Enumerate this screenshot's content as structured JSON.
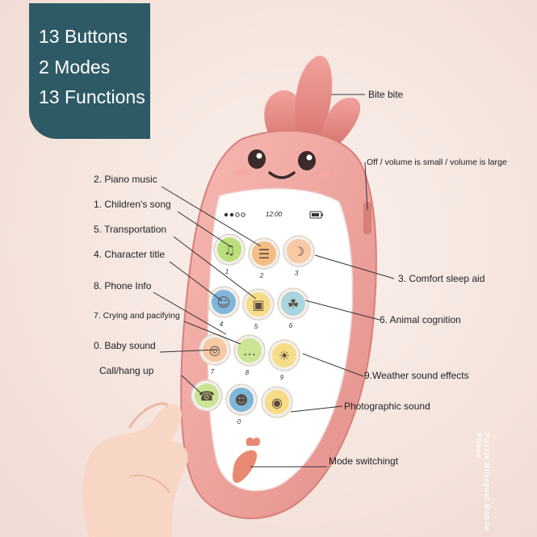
{
  "colors": {
    "background": "#f6e8e2",
    "badge": "#2e5a66",
    "phone_body": "#f1a4a0",
    "phone_dark": "#d9807c",
    "screen": "#ffffff",
    "leader": "#333333"
  },
  "badge": {
    "line1": "13 Buttons",
    "line2": "2 Modes",
    "line3": "13 Functions"
  },
  "screen": {
    "time": "12:00",
    "signal_icon": "signal-dots-icon",
    "battery_icon": "battery-icon"
  },
  "callouts": {
    "bite": "Bite bite",
    "volume": "Off / volume is small / volume is large",
    "piano": "2. Piano music",
    "childrens_song": "1. Children's song",
    "transportation": "5. Transportation",
    "character": "4. Character title",
    "phone_info": "8. Phone Info",
    "crying": "7. Crying and pacifying",
    "baby_sound": "0. Baby sound",
    "call": "Call/hang up",
    "comfort": "3. Comfort sleep aid",
    "animal": "6. Animal cognition",
    "weather": "9.Weather sound effects",
    "photo": "Photographic sound",
    "mode": "Mode switchingt"
  },
  "buttons": [
    {
      "num": "1",
      "icon": "music-note-icon",
      "color": "#b9df7a"
    },
    {
      "num": "2",
      "icon": "piano-keys-icon",
      "color": "#f3bd84"
    },
    {
      "num": "3",
      "icon": "moon-icon",
      "color": "#f7c9a5"
    },
    {
      "num": "4",
      "icon": "boy-face-icon",
      "color": "#7fb6d9"
    },
    {
      "num": "5",
      "icon": "car-icon",
      "color": "#f6dc86"
    },
    {
      "num": "6",
      "icon": "cat-face-icon",
      "color": "#a9d5df"
    },
    {
      "num": "7",
      "icon": "pacifier-icon",
      "color": "#f7c9a5"
    },
    {
      "num": "8",
      "icon": "chat-bubble-icon",
      "color": "#c9e593"
    },
    {
      "num": "9",
      "icon": "sun-icon",
      "color": "#f6dc86"
    },
    {
      "num": "",
      "icon": "phone-handset-icon",
      "color": "#c9e593"
    },
    {
      "num": "0",
      "icon": "baby-face-icon",
      "color": "#7fb6d9"
    },
    {
      "num": "",
      "icon": "camera-icon",
      "color": "#f6dc86"
    }
  ],
  "side_text": "Puzzle Bilingual Mobile Phone"
}
